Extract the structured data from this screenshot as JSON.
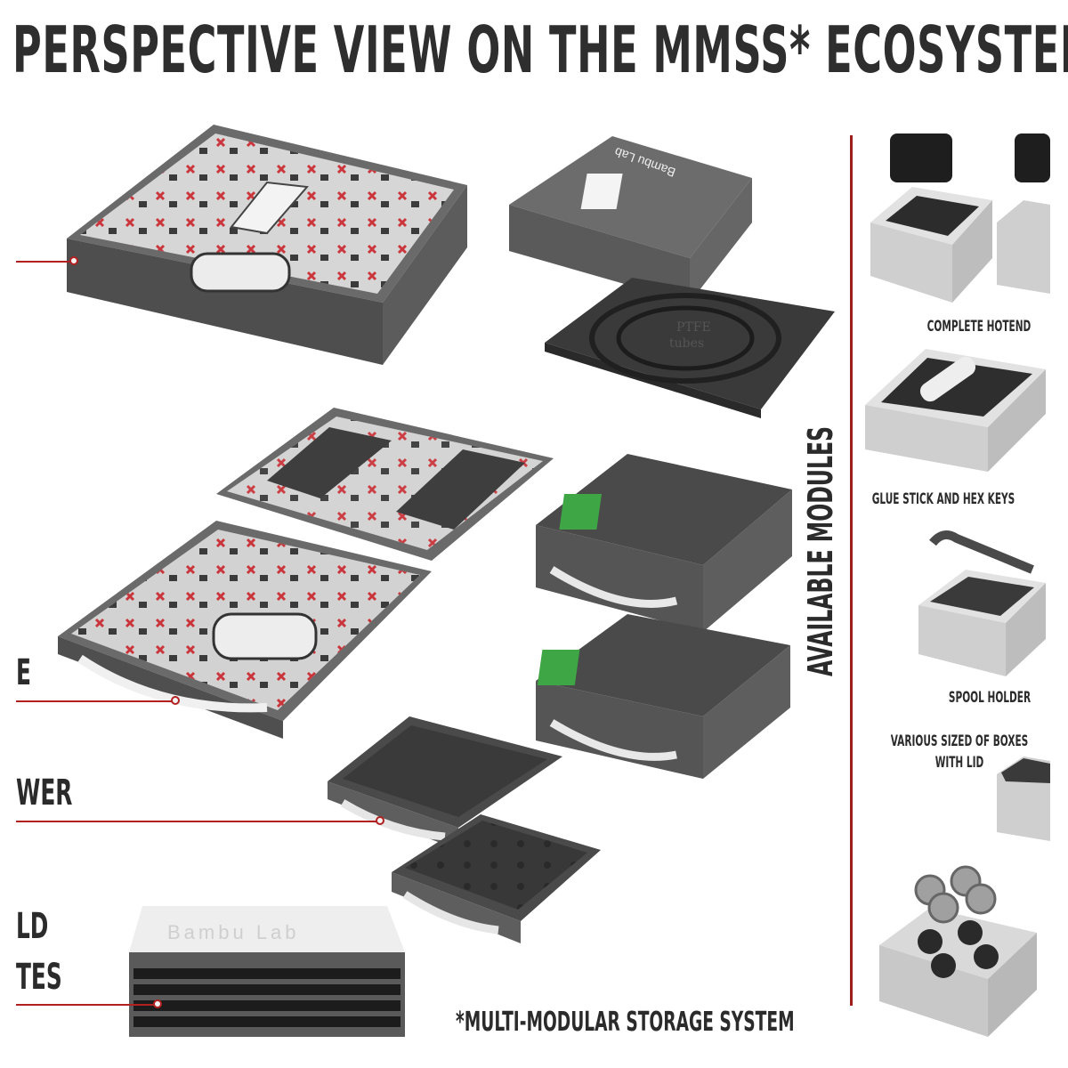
{
  "header": {
    "title": "PERSPECTIVE VIEW ON THE MMSS* ECOSYSTEM"
  },
  "left_labels": [
    {
      "text": "E"
    },
    {
      "text": "WER"
    },
    {
      "text": "LD"
    },
    {
      "text": "TES"
    }
  ],
  "brand": {
    "name": "Bambu Lab",
    "ptfe_label_1": "PTFE",
    "ptfe_label_2": "tubes"
  },
  "modules": {
    "title": "AVAILABLE MODULES",
    "items": [
      {
        "label": "COMPLETE HOTEND"
      },
      {
        "label": "GLUE STICK AND HEX KEYS"
      },
      {
        "label": "SPOOL HOLDER"
      },
      {
        "label": "VARIOUS SIZED OF BOXES",
        "label2": "WITH LID"
      }
    ]
  },
  "footnote": "*MULTI-MODULAR STORAGE SYSTEM",
  "colors": {
    "accent_red": "#b32020",
    "case_gray": "#5a5a5a",
    "lid_dark": "#4b4b4b",
    "brand_green": "#3ea645",
    "light_gray": "#d9d9d9"
  }
}
